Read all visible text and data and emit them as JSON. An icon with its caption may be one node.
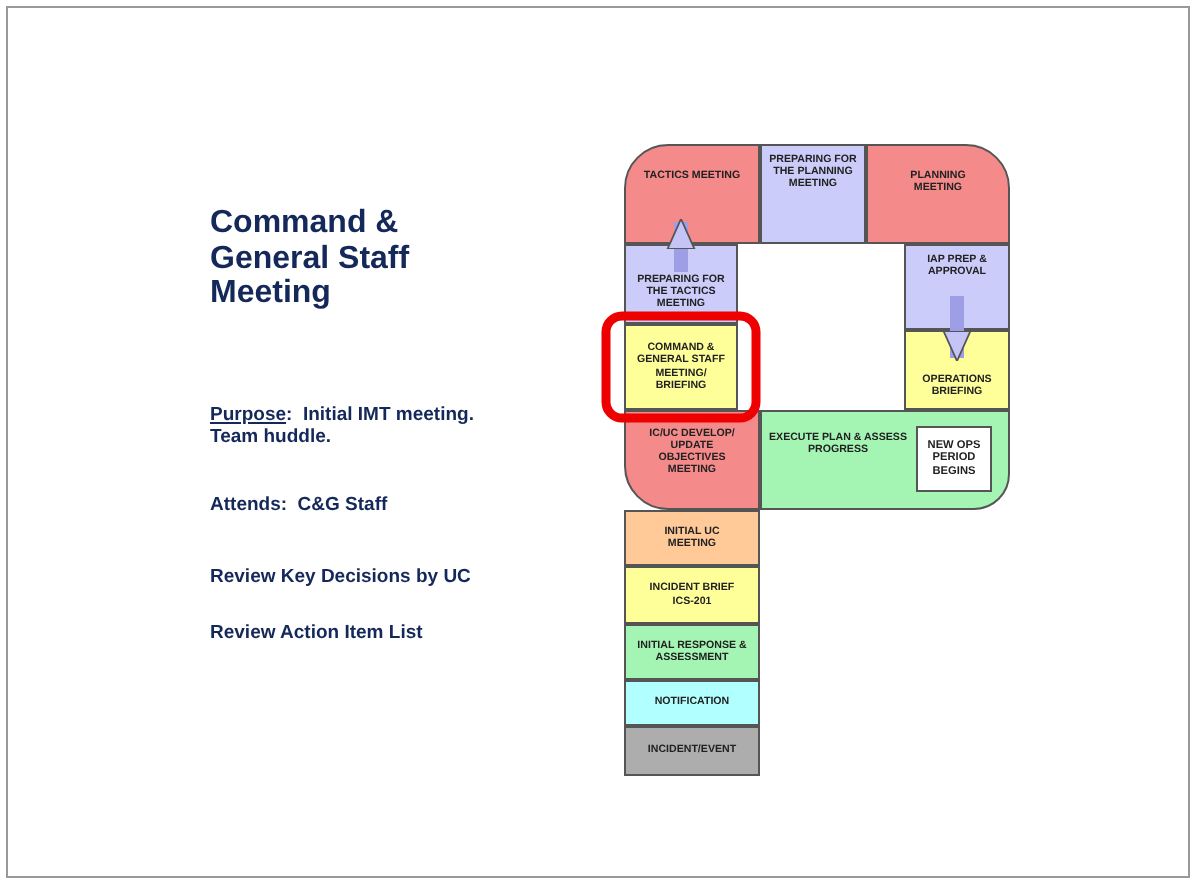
{
  "diagram": {
    "title": "Command & General Staff Meeting",
    "nodes": [
      {
        "text": [
          "TACTICS MEETING"
        ]
      },
      {
        "text": [
          "PREPARING FOR THE PLANNING MEETING"
        ]
      },
      {
        "text": [
          "PLANNING MEETING"
        ]
      },
      {
        "text": [
          "PREPARING FOR THE TACTICS MEETING"
        ]
      },
      {
        "text": [
          "IAP PREP & APPROVAL"
        ]
      },
      {
        "text": [
          "COMMAND & GENERAL STAFF MEETING/ BRIEFING"
        ]
      },
      {
        "text": [
          "OPERATIONS BRIEFING"
        ]
      },
      {
        "text": [
          "IC/UC DEVELOP/ UPDATE OBJECTIVES MEETING"
        ]
      },
      {
        "text": [
          "EXECUTE PLAN & ASSESS PROGRESS"
        ]
      },
      {
        "text": [
          "NEW OPS PERIOD BEGINS"
        ],
        "in": 8
      },
      {
        "text": [
          "INITIAL UC MEETING"
        ]
      },
      {
        "text": [
          "INCIDENT BRIEF ICS-201"
        ]
      },
      {
        "text": [
          "INITIAL RESPONSE & ASSESSMENT"
        ]
      },
      {
        "text": [
          "NOTIFICATION"
        ]
      },
      {
        "text": [
          "INCIDENT/EVENT"
        ]
      }
    ],
    "edges": [
      {
        "from": 3,
        "to": 0,
        "arrow": "to"
      },
      {
        "from": 4,
        "to": 6,
        "arrow": "to"
      }
    ],
    "labels": [
      "Purpose:  Initial IMT meeting.  Team huddle.",
      "Attends:  C&G Staff",
      "Review Key Decisions by UC",
      "Review Action Item List"
    ]
  }
}
